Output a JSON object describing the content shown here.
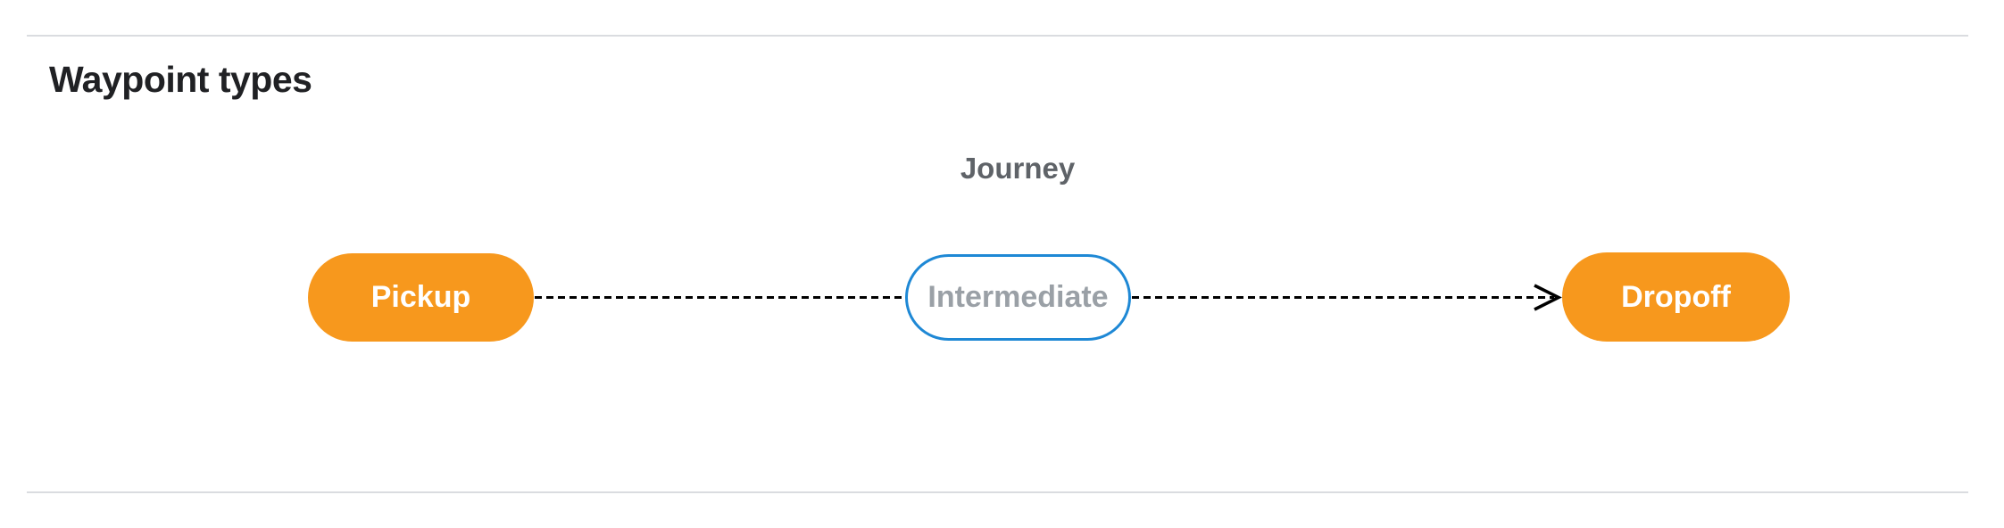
{
  "section": {
    "heading": "Waypoint types"
  },
  "diagram": {
    "title": "Journey",
    "nodes": [
      {
        "id": "pickup",
        "label": "Pickup",
        "kind": "terminal",
        "fill": "#F7981D",
        "text_color": "#FFFFFF"
      },
      {
        "id": "intermediate",
        "label": "Intermediate",
        "kind": "intermediate",
        "fill": "#FFFFFF",
        "border_color": "#1E88D5",
        "text_color": "#9AA0A6"
      },
      {
        "id": "dropoff",
        "label": "Dropoff",
        "kind": "terminal",
        "fill": "#F7981D",
        "text_color": "#FFFFFF"
      }
    ],
    "edges": [
      {
        "from": "pickup",
        "to": "intermediate",
        "style": "dashed",
        "arrowhead": false
      },
      {
        "from": "intermediate",
        "to": "dropoff",
        "style": "dashed",
        "arrowhead": true
      }
    ],
    "colors": {
      "edge": "#000000",
      "title_text": "#5F6368",
      "heading_text": "#202124",
      "divider": "#DADCE0"
    }
  }
}
